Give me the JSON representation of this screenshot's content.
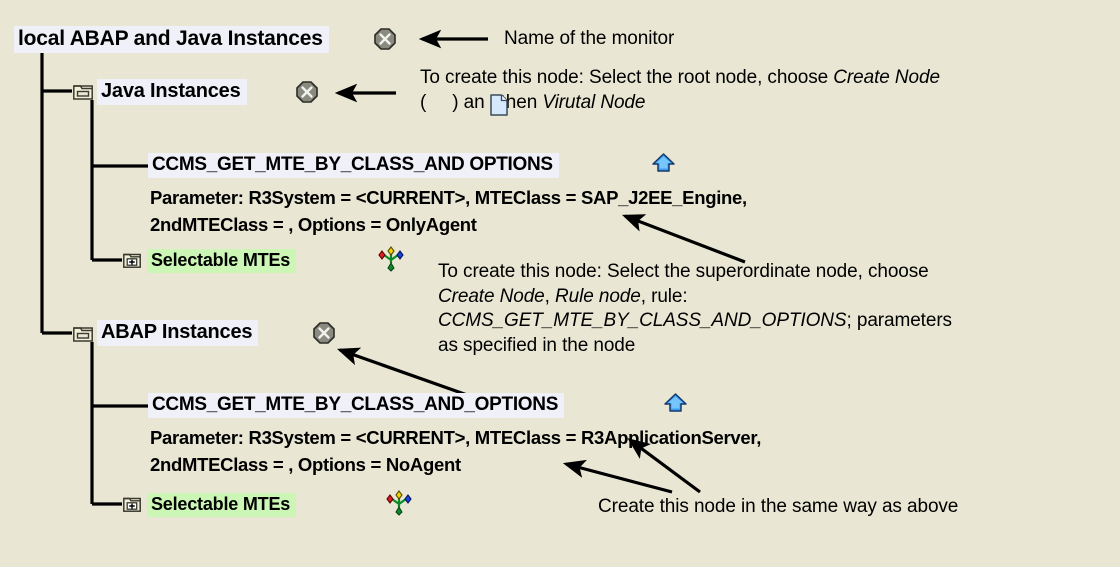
{
  "background_color": "#e9e7d4",
  "highlight_color": "#eff0f8",
  "mte_highlight_color": "#ccf6b5",
  "tree": {
    "root": {
      "label": "local ABAP and Java Instances",
      "icon": "octagon-x-icon"
    },
    "children": [
      {
        "label": "Java Instances",
        "folder_icon": "folder-collapse-icon",
        "status_icon": "octagon-x-icon",
        "children": [
          {
            "label": "CCMS_GET_MTE_BY_CLASS_AND OPTIONS",
            "icon": "rule-node-icon",
            "parameters": [
              "Parameter: R3System = <CURRENT>, MTEClass = SAP_J2EE_Engine,",
              "2ndMTEClass = , Options = OnlyAgent"
            ]
          },
          {
            "label": "Selectable MTEs",
            "expander_icon": "expand-plus-icon",
            "icon": "mte-tree-icon"
          }
        ]
      },
      {
        "label": "ABAP Instances",
        "folder_icon": "folder-collapse-icon",
        "status_icon": "octagon-x-icon",
        "children": [
          {
            "label": "CCMS_GET_MTE_BY_CLASS_AND_OPTIONS",
            "icon": "rule-node-icon",
            "parameters": [
              "Parameter: R3System = <CURRENT>, MTEClass = R3ApplicationServer,",
              "2ndMTEClass = , Options = NoAgent"
            ]
          },
          {
            "label": "Selectable MTEs",
            "expander_icon": "expand-plus-icon",
            "icon": "mte-tree-icon"
          }
        ]
      }
    ]
  },
  "annotations": {
    "monitor_name": "Name of the monitor",
    "root_create": {
      "line1_a": "To create this node: Select the root node, choose ",
      "line1_b": "Create Node",
      "line2_a": "(",
      "line2_b": ") an",
      "line2_c": "then ",
      "line2_d": "Virutal Node",
      "inline_icon": "page-document-icon"
    },
    "rule_create": {
      "line1": "To create this node: Select the superordinate node, choose",
      "line2_a": "Create Node",
      "line2_b": ", ",
      "line2_c": "Rule node",
      "line2_d": ", rule:",
      "line3_a": "CCMS_GET_MTE_BY_CLASS_AND_OPTIONS",
      "line3_b": "; parameters",
      "line4": "as specified in the node"
    },
    "same_way": "Create this node in the same way as above"
  }
}
